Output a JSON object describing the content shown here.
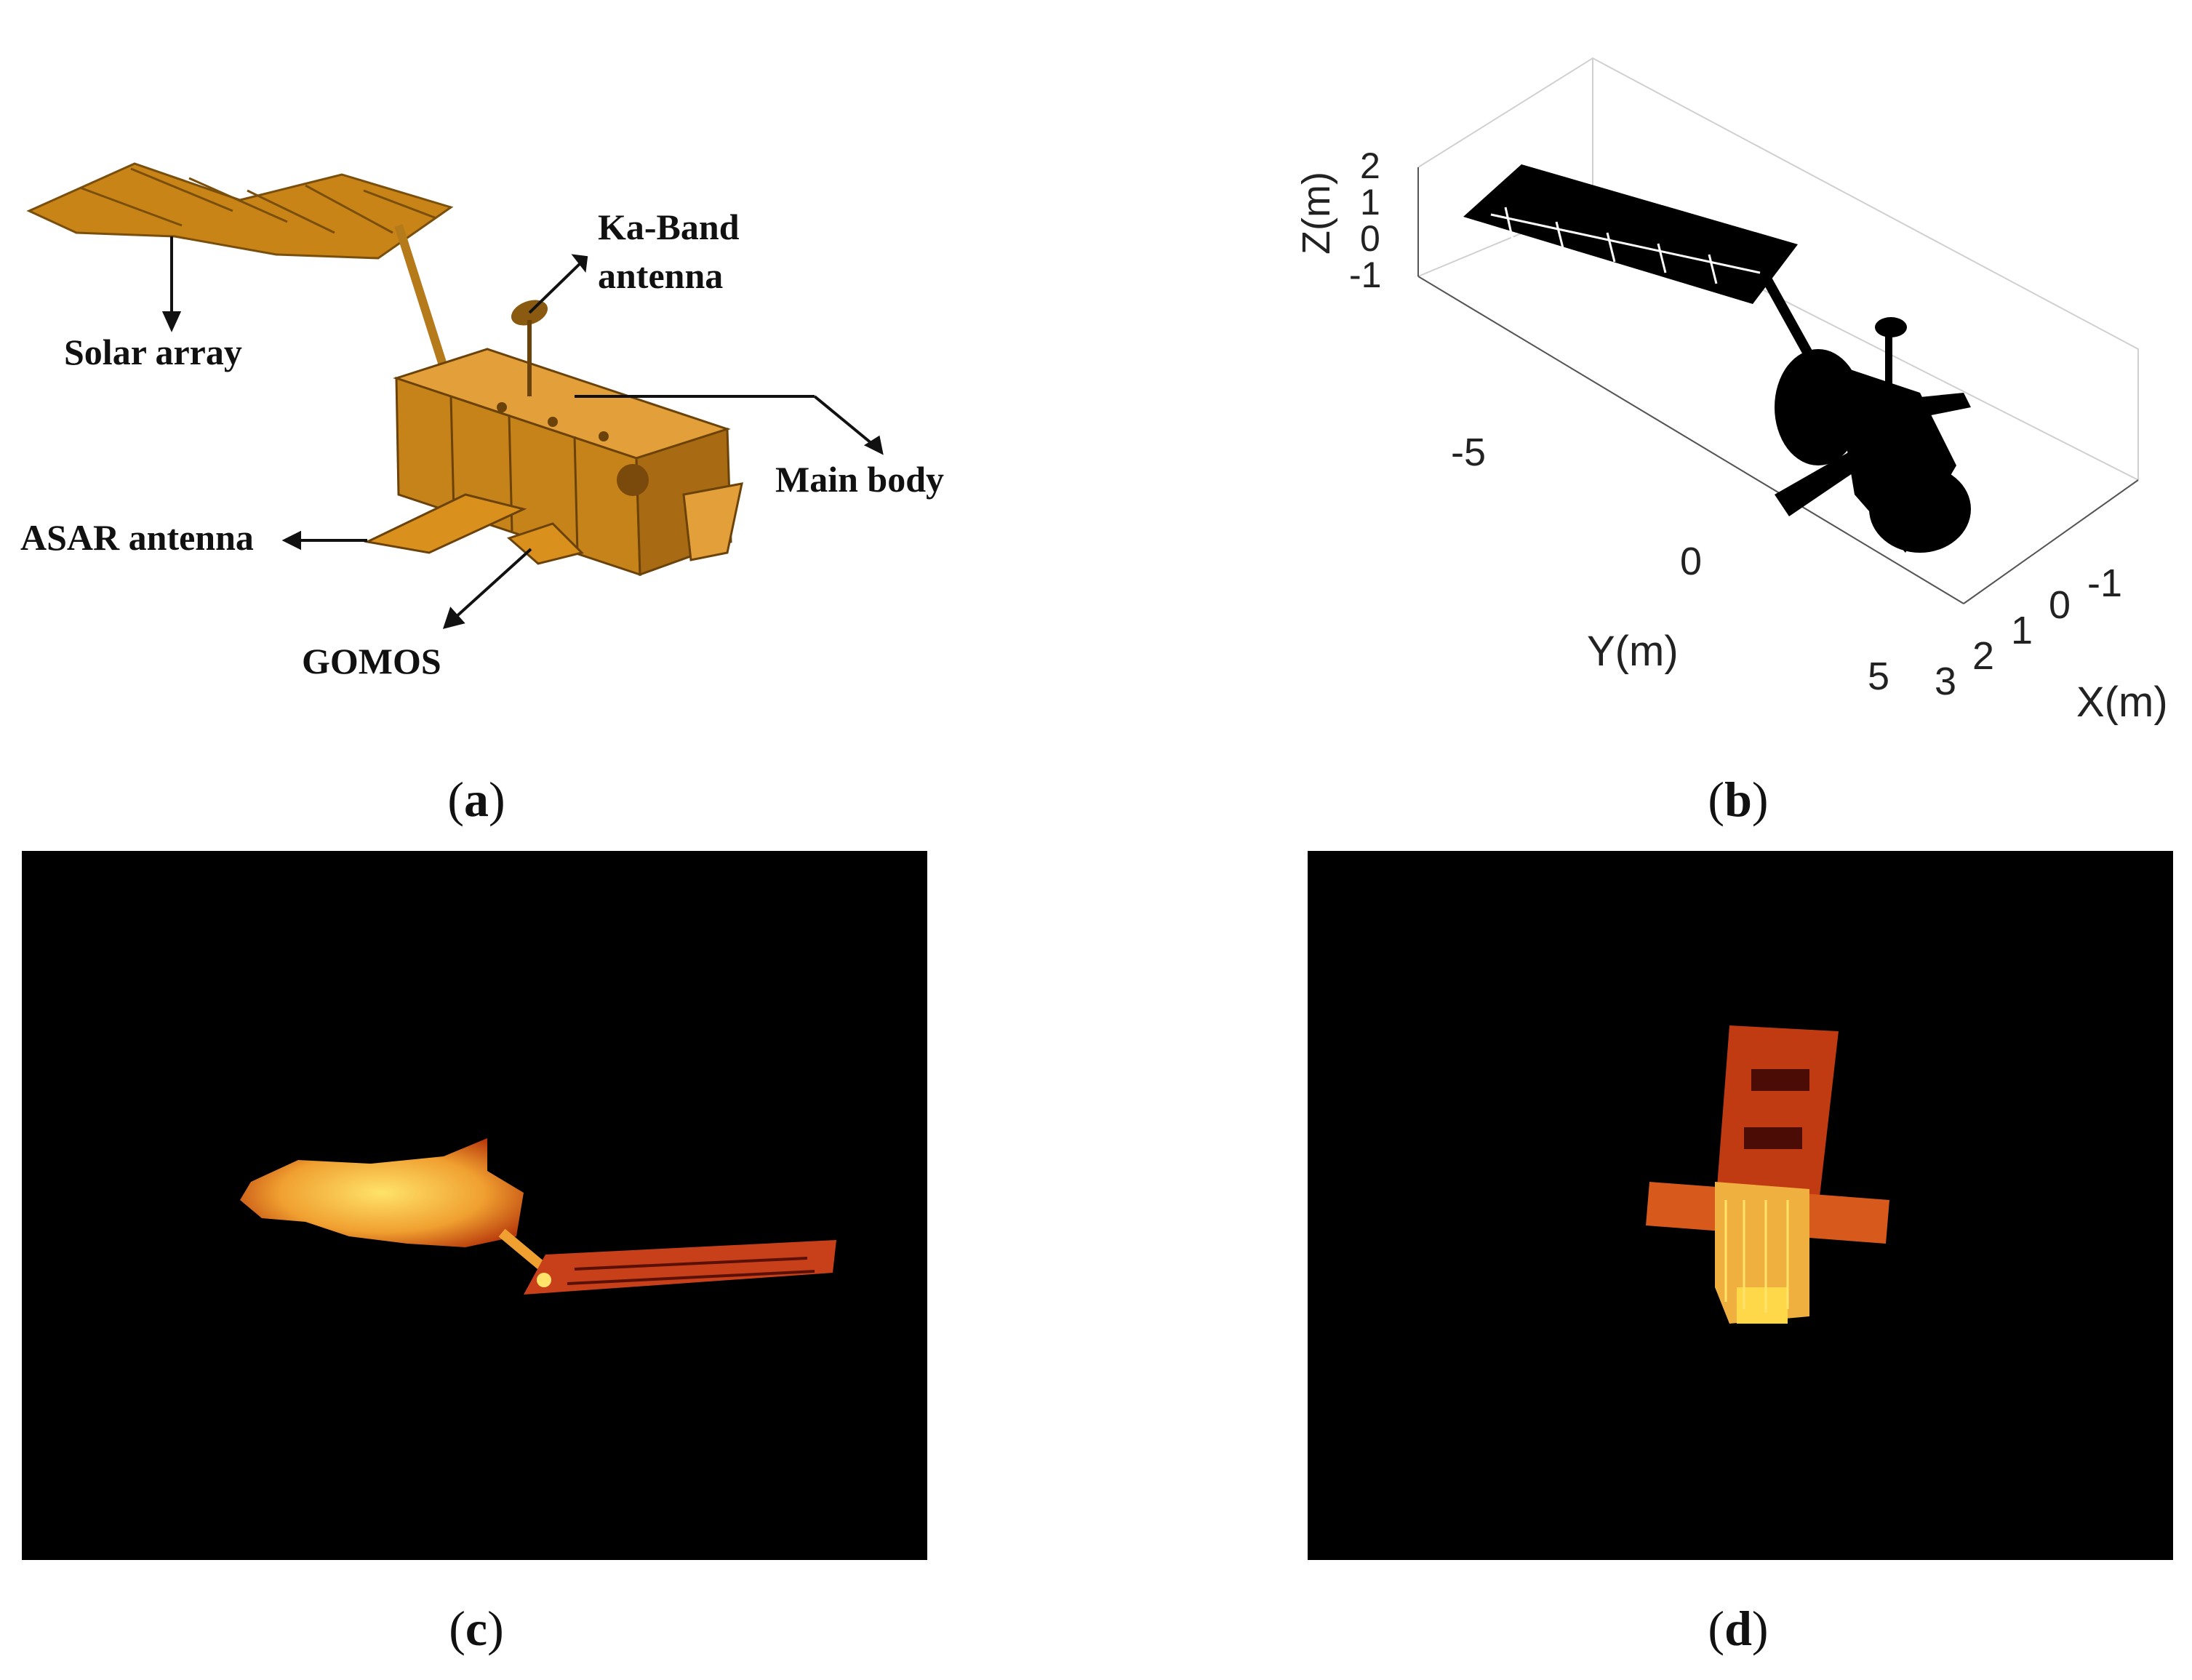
{
  "panel_a": {
    "labels": {
      "solar_array": "Solar array",
      "ka_band": "Ka-Band",
      "ka_band_2": "antenna",
      "main_body": "Main body",
      "asar": "ASAR antenna",
      "gomos": "GOMOS"
    },
    "caption_letter": "a"
  },
  "panel_b": {
    "z_label": "Z(m)",
    "y_label": "Y(m)",
    "x_label": "X(m)",
    "z_ticks": [
      "2",
      "1",
      "0",
      "-1"
    ],
    "y_ticks": [
      "-5",
      "0",
      "5"
    ],
    "x_ticks": [
      "-1",
      "0",
      "1",
      "2",
      "3"
    ],
    "caption_letter": "b"
  },
  "panel_c": {
    "caption_letter": "c"
  },
  "panel_d": {
    "caption_letter": "d"
  },
  "colors": {
    "satellite_gold": "#d9901c",
    "satellite_dark": "#8a5a10",
    "isar_hot": "#ffd84a",
    "isar_mid": "#e2681a",
    "isar_low": "#7a1a08",
    "background_dark": "#000000"
  }
}
